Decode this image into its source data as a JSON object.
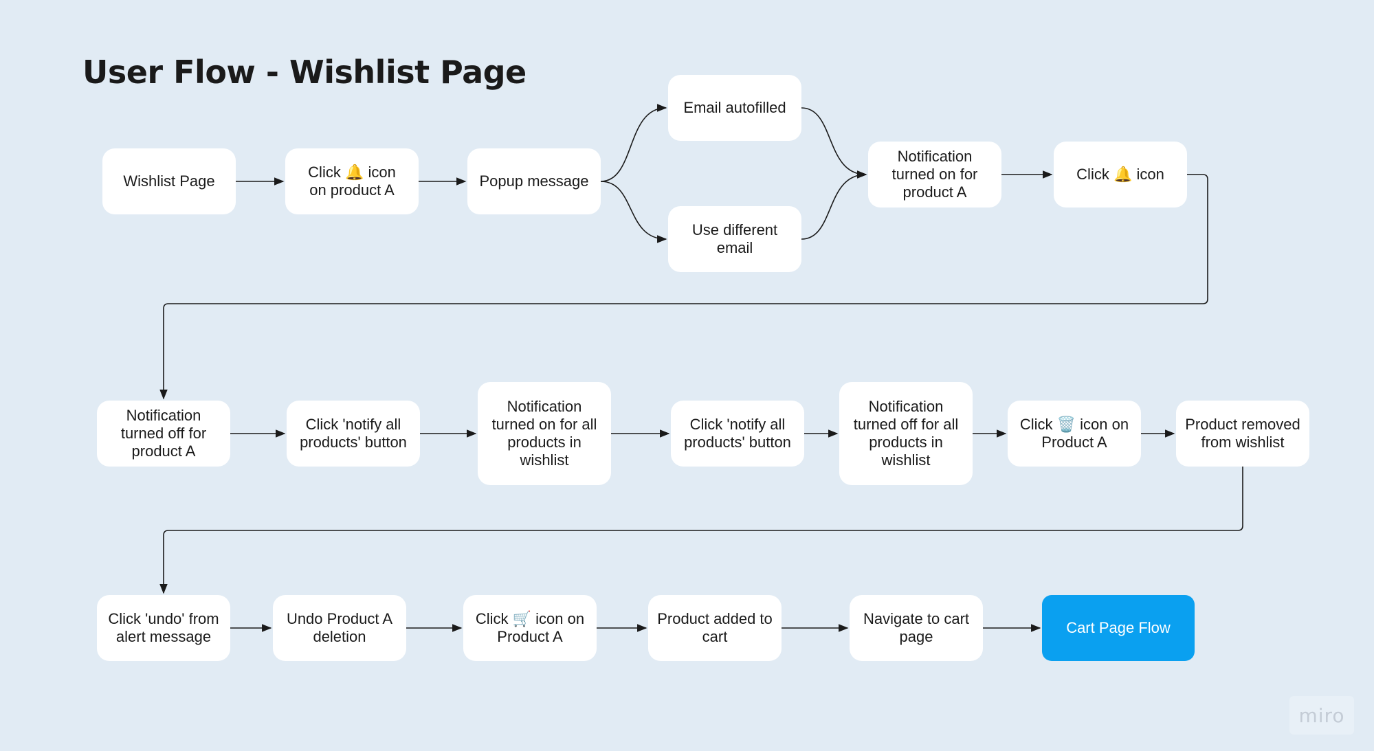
{
  "title": "User Flow - Wishlist Page",
  "watermark": "miro",
  "colors": {
    "background": "#e1ebf4",
    "node": "#ffffff",
    "primary": "#0aa0f0",
    "edge": "#1a1a1a"
  },
  "nodes": {
    "wishlist_page": "Wishlist Page",
    "click_bell_product_a": "Click 🔔 icon\non product A",
    "popup_message": "Popup message",
    "email_autofilled": "Email autofilled",
    "use_different_email": "Use different\nemail",
    "notif_on_product_a": "Notification\nturned on for\nproduct A",
    "click_bell": "Click 🔔 icon",
    "notif_off_product_a": "Notification\nturned off for\nproduct A",
    "click_notify_all_1": "Click 'notify all\nproducts' button",
    "notif_on_all": "Notification\nturned on for all\nproducts in\nwishlist",
    "click_notify_all_2": "Click 'notify all\nproducts' button",
    "notif_off_all": "Notification\nturned off for all\nproducts in\nwishlist",
    "click_trash_product_a": "Click 🗑️ icon on\nProduct A",
    "product_removed": "Product removed\nfrom wishlist",
    "click_undo": "Click 'undo' from\nalert message",
    "undo_deletion": "Undo Product A\ndeletion",
    "click_cart_product_a": "Click 🛒 icon on\nProduct A",
    "product_added_cart": "Product added to\ncart",
    "navigate_cart": "Navigate to cart\npage",
    "cart_page_flow": "Cart Page Flow"
  }
}
